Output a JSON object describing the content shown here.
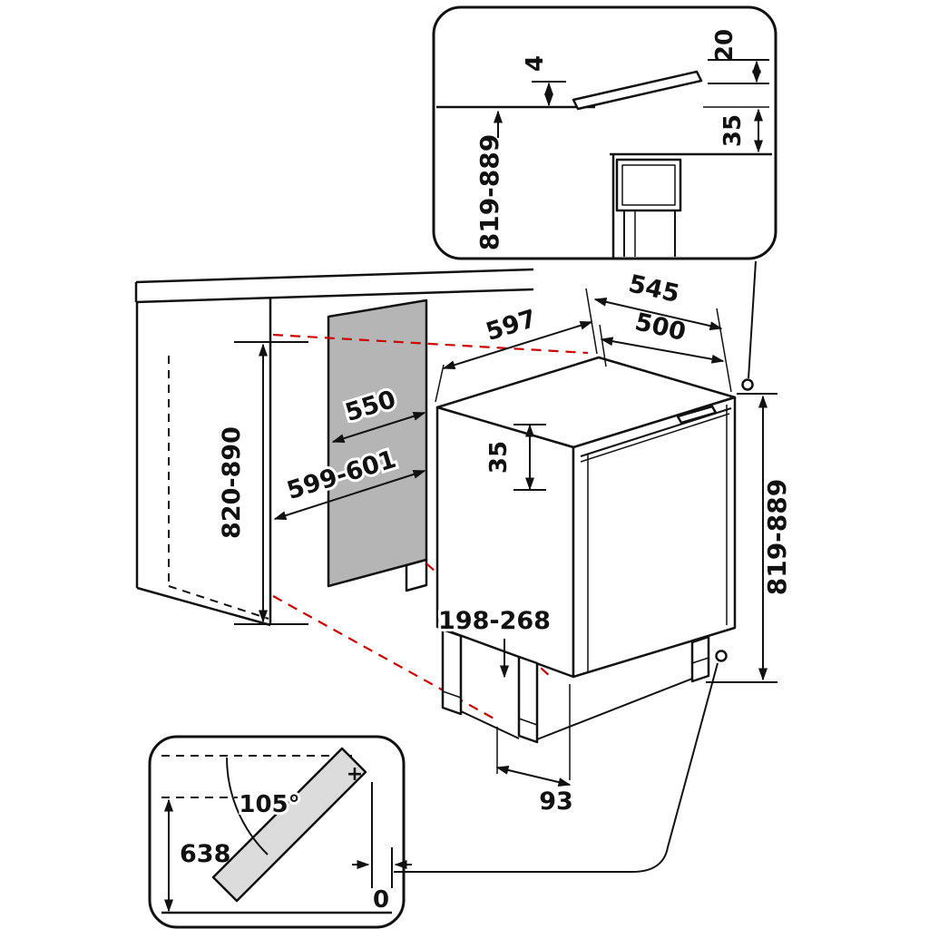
{
  "diagram": {
    "type": "technical-installation-drawing",
    "subject": "built-under appliance niche installation dimensions",
    "colors": {
      "line": "#111111",
      "projection": "#cc0000",
      "panel": "#b5b5b5",
      "door_leaf": "#dcdcdc",
      "background": "#ffffff"
    },
    "main_view": {
      "appliance_width": "597",
      "depth_with_door": "545",
      "depth_without_door": "500",
      "niche_depth": "550",
      "niche_width": "599-601",
      "niche_height": "820-890",
      "appliance_height": "819-889",
      "door_top_clearance": "35",
      "plinth_recess_height": "198-268",
      "plinth_recess_depth": "93"
    },
    "top_detail": {
      "worktop_gap": "4",
      "door_projection": "20",
      "top_clearance": "35",
      "installation_height": "819-889"
    },
    "door_swing_detail": {
      "opening_angle": "105°",
      "swing_clearance": "638",
      "side_clearance": "0",
      "hinge_mark": "+"
    }
  }
}
